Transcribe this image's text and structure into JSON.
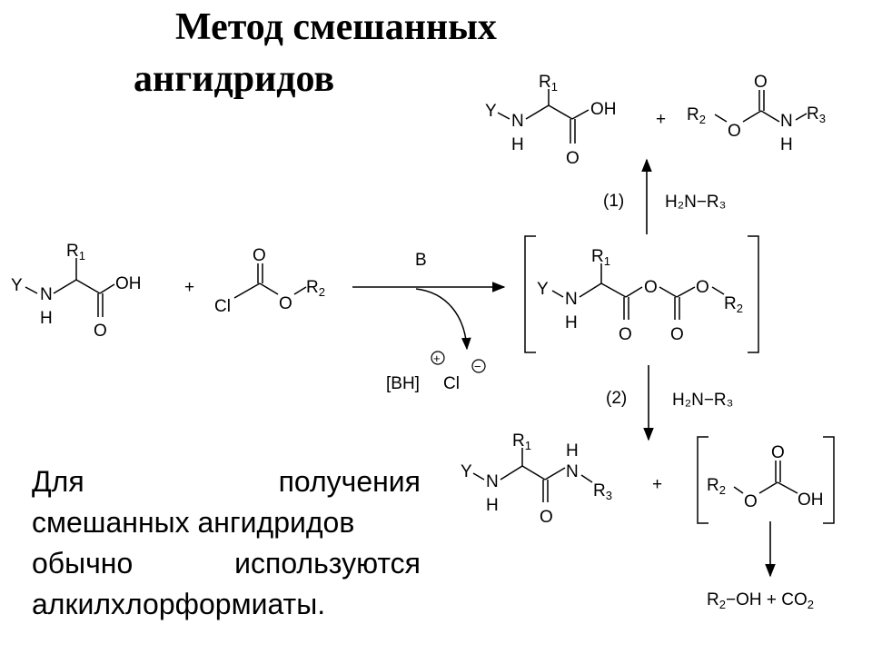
{
  "slide": {
    "title_line1": "Метод смешанных",
    "title_line2": "ангидридов",
    "description_lines": [
      [
        "Для",
        "получения"
      ],
      [
        "смешанных ангидридов"
      ],
      [
        "обычно",
        "используются"
      ],
      [
        "алкилхлорформиаты."
      ]
    ]
  },
  "scheme": {
    "atoms": {
      "Y": "Y",
      "N": "N",
      "H": "H",
      "O": "O",
      "OH": "OH",
      "Cl": "Cl",
      "R": "R",
      "sub1": "1",
      "sub2": "2",
      "sub3": "3"
    },
    "plus": "+",
    "base_label": "B",
    "byproduct_bh": "[BH]",
    "byproduct_cl": "Cl",
    "charge_plus": "+",
    "charge_minus": "−",
    "amine_reagent": "H₂N−R₃",
    "step1_label": "(1)",
    "step2_label": "(2)",
    "final_product_tail": "−OH + CO"
  }
}
